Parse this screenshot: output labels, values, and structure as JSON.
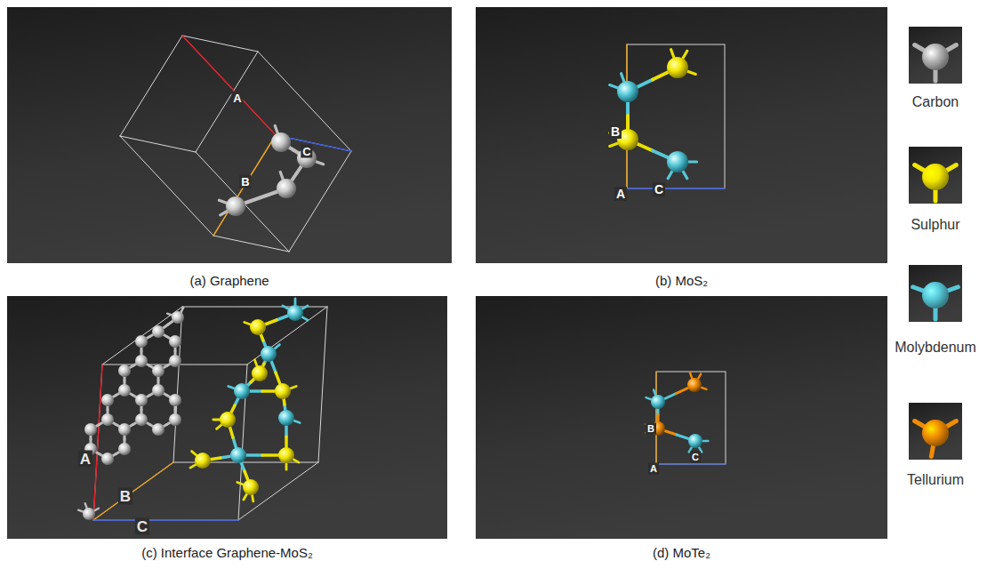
{
  "diagram": {
    "nodes": [
      {
        "text": [
          "(a) Graphene"
        ]
      },
      {
        "text": [
          "(b) MoS₂"
        ]
      },
      {
        "text": [
          "(c) Interface Graphene-MoS₂"
        ]
      },
      {
        "text": [
          "(d) MoTe₂"
        ]
      }
    ],
    "labels": [
      "A",
      "B",
      "C",
      "A",
      "B",
      "C",
      "A",
      "B",
      "C",
      "A",
      "B",
      "C"
    ],
    "legend": [
      {
        "text": "Carbon",
        "color": "#b4b4b4"
      },
      {
        "text": "Sulphur",
        "color": "#f2e600"
      },
      {
        "text": "Molybdenum",
        "color": "#56c8d8"
      },
      {
        "text": "Tellurium",
        "color": "#f08c00"
      }
    ]
  }
}
